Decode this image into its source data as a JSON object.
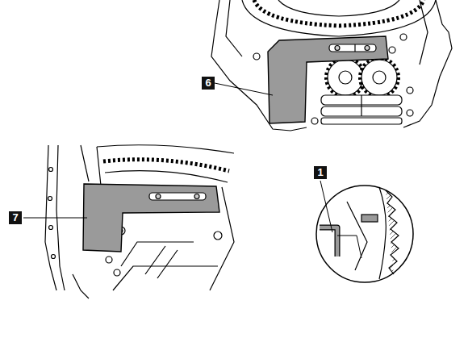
{
  "diagram": {
    "labels": [
      "6",
      "7",
      "1"
    ]
  }
}
